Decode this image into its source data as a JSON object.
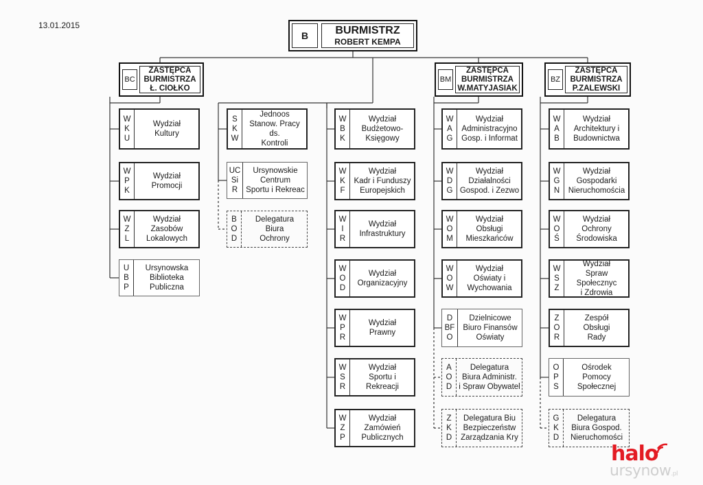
{
  "date": "13.01.2015",
  "top": {
    "code": "B",
    "title": "BURMISTRZ",
    "name": "ROBERT KEMPA"
  },
  "deputies": [
    {
      "code": "BC",
      "lines": "ZASTĘPCA\nBURMISTRZA\nŁ. CIOŁKO"
    },
    {
      "code": "BM",
      "lines": "ZASTĘPCA\nBURMISTRZA\nW.MATYJASIAK"
    },
    {
      "code": "BZ",
      "lines": "ZASTĘPCA\nBURMISTRZA\nP.ZALEWSKI"
    }
  ],
  "columns": [
    [
      {
        "code": "W\nK\nU",
        "label": "Wydział\nKultury",
        "style": "thick"
      },
      {
        "code": "W\nP\nK",
        "label": "Wydział\nPromocji",
        "style": "thick"
      },
      {
        "code": "W\nZ\nL",
        "label": "Wydział\nZasobów\nLokalowych",
        "style": "thick"
      },
      {
        "code": "U\nB\nP",
        "label": "Ursynowska\nBiblioteka\nPubliczna",
        "style": "thin"
      }
    ],
    [
      {
        "code": "S\nK\nW",
        "label": "Samodz. Jednoos\nStanow. Pracy ds.\nKontroli Wewnętrz",
        "style": "thick"
      },
      {
        "code": "UC\nSi\nR",
        "label": "Ursynowskie\nCentrum\nSportu i Rekreac",
        "style": "thin"
      },
      {
        "code": "B\nO\nD",
        "label": "Delegatura\nBiura\nOchrony",
        "style": "dotted"
      }
    ],
    [
      {
        "code": "W\nB\nK",
        "label": "Wydział\nBudżetowo-\nKsięgowy",
        "style": "thick"
      },
      {
        "code": "W\nK\nF",
        "label": "Wydział\nKadr i Funduszy\nEuropejskich",
        "style": "thick"
      },
      {
        "code": "W\nI\nR",
        "label": "Wydział\nInfrastruktury",
        "style": "thick"
      },
      {
        "code": "W\nO\nD",
        "label": "Wydział\nOrganizacyjny",
        "style": "thick"
      },
      {
        "code": "W\nP\nR",
        "label": "Wydział\nPrawny",
        "style": "thick"
      },
      {
        "code": "W\nS\nR",
        "label": "Wydział\nSportu i\nRekreacji",
        "style": "thick"
      },
      {
        "code": "W\nZ\nP",
        "label": "Wydział\nZamówień\nPublicznych",
        "style": "thick"
      }
    ],
    [
      {
        "code": "W\nA\nG",
        "label": "Wydział\nAdministracyjno\nGosp. i Informat",
        "style": "thick"
      },
      {
        "code": "W\nD\nG",
        "label": "Wydział\nDziałalności\nGospod. i Zezwo",
        "style": "thick"
      },
      {
        "code": "W\nO\nM",
        "label": "Wydział\nObsługi\nMieszkańców",
        "style": "thick"
      },
      {
        "code": "W\nO\nW",
        "label": "Wydział\nOświaty  i\nWychowania",
        "style": "thick"
      },
      {
        "code": "D\nBF\nO",
        "label": "Dzielnicowe\nBiuro Finansów\nOświaty",
        "style": "thin"
      },
      {
        "code": "A\nO\nD",
        "label": "Delegatura\nBiura Administr.\ni Spraw Obywatel",
        "style": "dotted"
      },
      {
        "code": "Z\nK\nD",
        "label": "Delegatura Biu\nBezpieczeństw\nZarządzania Kry",
        "style": "dotted"
      }
    ],
    [
      {
        "code": "W\nA\nB",
        "label": "Wydział\nArchitektury i\nBudownictwa",
        "style": "thick"
      },
      {
        "code": "W\nG\nN",
        "label": "Wydział\nGospodarki\nNieruchomościa",
        "style": "thick"
      },
      {
        "code": "W\nO\nŚ",
        "label": "Wydział\nOchrony\nŚrodowiska",
        "style": "thick"
      },
      {
        "code": "W\nS\nZ",
        "label": "Wydział\nSpraw Społecznyc\ni Zdrowia",
        "style": "thick"
      },
      {
        "code": "Z\nO\nR",
        "label": "Zespół\nObsługi\nRady",
        "style": "thick"
      },
      {
        "code": "O\nP\nS",
        "label": "Ośrodek\nPomocy\nSpołecznej",
        "style": "thin"
      },
      {
        "code": "G\nK\nD",
        "label": "Delegatura\nBiura Gospod.\nNieruchomości",
        "style": "dotted"
      }
    ]
  ],
  "logo": {
    "part1": "halo",
    "part2": "ursynow",
    "suffix": ".pl"
  }
}
